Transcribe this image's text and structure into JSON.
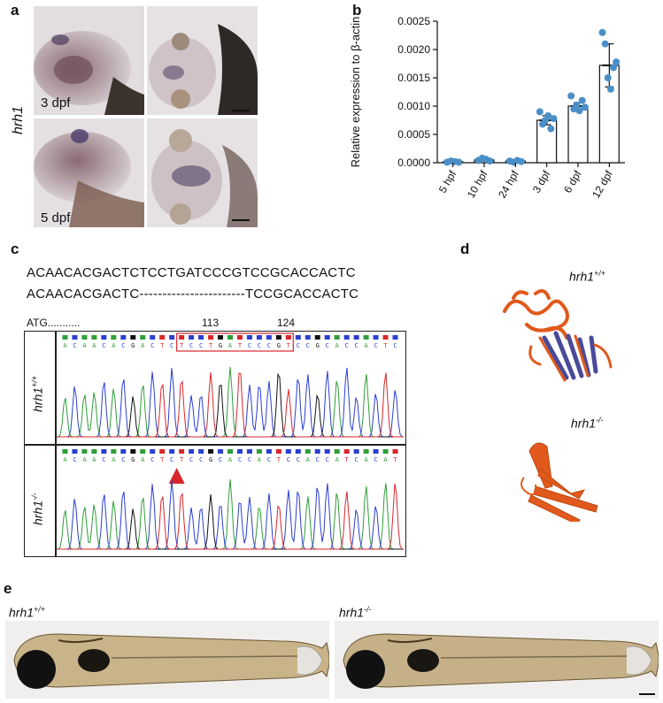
{
  "panels": {
    "a": {
      "label": "a",
      "gene": "hrh1",
      "stage_top": "3 dpf",
      "stage_bottom": "5 dpf"
    },
    "b": {
      "label": "b"
    },
    "c": {
      "label": "c",
      "seq_wt": "ACAACACGACTCTCCTGATCCCGTCCGCACCACTC",
      "seq_mut": "ACAACACGACTC-----------------------TCCGCACCACTC",
      "atg": "ATG...........",
      "pos1": "113",
      "pos2": "124",
      "genotype_wt": "hrh1",
      "genotype_wt_sup": "+/+",
      "genotype_mut": "hrh1",
      "genotype_mut_sup": "-/-",
      "trace_wt_bases": "ACAACACGACTCTCCTGATCCCGTCCGCACCACTC",
      "trace_mut_bases": "ACAACACGACTCTCCGCACCACTCCACCATCACAT",
      "highlight_color": "#d9262b"
    },
    "d": {
      "label": "d",
      "wt_name": "hrh1",
      "wt_sup": "+/+",
      "mut_name": "hrh1",
      "mut_sup": "-/-",
      "protein_color": "#e1591c",
      "helix_color": "#4a4a9a"
    },
    "e": {
      "label": "e",
      "wt_name": "hrh1",
      "wt_sup": "+/+",
      "mut_name": "hrh1",
      "mut_sup": "-/-"
    }
  },
  "chart_data": {
    "type": "bar",
    "categories": [
      "5 hpf",
      "10 hpf",
      "24 hpf",
      "3 dpf",
      "6 dpf",
      "12 dpf"
    ],
    "values": [
      2e-05,
      5e-05,
      3e-05,
      0.00075,
      0.001,
      0.00172
    ],
    "errors": [
      1e-05,
      2e-05,
      1e-05,
      8e-05,
      6e-05,
      0.00038
    ],
    "points": [
      [
        1e-05,
        3e-05,
        2e-05,
        1e-05
      ],
      [
        4e-05,
        8e-05,
        6e-05,
        3e-05
      ],
      [
        3e-05,
        1e-05,
        4e-05,
        2e-05
      ],
      [
        0.0009,
        0.00068,
        0.00075,
        0.00083,
        0.0006,
        0.00078
      ],
      [
        0.00118,
        0.00095,
        0.00102,
        0.00092,
        0.0011,
        0.00098
      ],
      [
        0.0023,
        0.0021,
        0.0015,
        0.0013,
        0.00168,
        0.00178
      ]
    ],
    "ylabel": "Relative expression to β-actin",
    "ylim": [
      0,
      0.0025
    ],
    "yticks": [
      "0.0000",
      "0.0005",
      "0.0010",
      "0.0015",
      "0.0020",
      "0.0025"
    ],
    "point_color": "#4a8fc7",
    "bar_fill": "#ffffff",
    "bar_stroke": "#111111"
  }
}
